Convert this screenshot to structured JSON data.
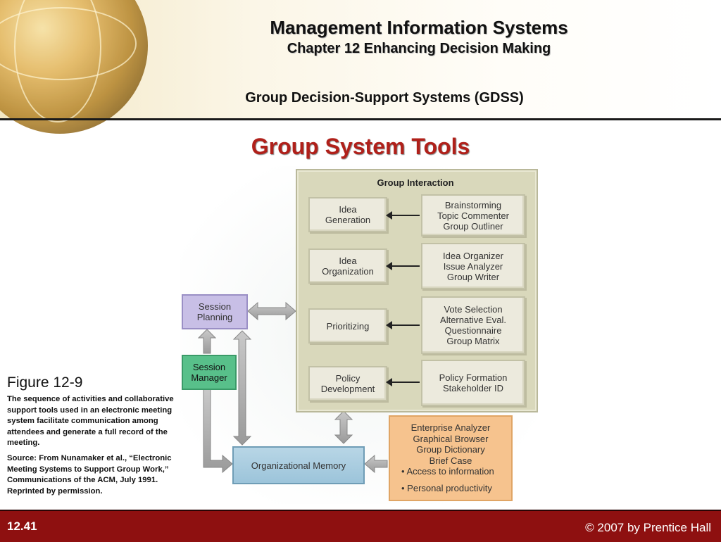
{
  "header": {
    "title": "Management Information Systems",
    "subtitle": "Chapter 12 Enhancing Decision Making",
    "section": "Group Decision-Support Systems (GDSS)"
  },
  "slide_title": "Group System Tools",
  "diagram": {
    "group_interaction_title": "Group Interaction",
    "stages": [
      {
        "label": "Idea\nGeneration",
        "tools": "Brainstorming\nTopic Commenter\nGroup Outliner"
      },
      {
        "label": "Idea\nOrganization",
        "tools": "Idea Organizer\nIssue Analyzer\nGroup Writer"
      },
      {
        "label": "Prioritizing",
        "tools": "Vote Selection\nAlternative Eval.\nQuestionnaire\nGroup Matrix"
      },
      {
        "label": "Policy\nDevelopment",
        "tools": "Policy Formation\nStakeholder ID"
      }
    ],
    "session_planning": "Session\nPlanning",
    "session_manager": "Session\nManager",
    "organizational_memory": "Organizational Memory",
    "memory_tools": [
      "Enterprise Analyzer",
      "Graphical Browser",
      "Group Dictionary",
      "Brief Case"
    ],
    "memory_bullets": [
      "• Access to information",
      "• Personal productivity"
    ]
  },
  "figure": {
    "heading": "Figure 12-9",
    "caption": "The sequence of activities and collaborative support tools used in an electronic meeting system facilitate communication among attendees and generate a full record of the meeting.",
    "source": "Source: From Nunamaker et al., “Electronic Meeting Systems to Support Group Work,” Communications of the ACM, July 1991. Reprinted by permission."
  },
  "footer": {
    "slide_number": "12.41",
    "copyright": "© 2007 by Prentice Hall"
  },
  "colors": {
    "title_red": "#b0201a",
    "footer_red": "#8e1010",
    "panel": "#d9d8bb",
    "session_planning": "#c8bfe6",
    "session_manager": "#58c08a",
    "org_memory": "#9cc4da",
    "memory_tools": "#f6c38e"
  }
}
